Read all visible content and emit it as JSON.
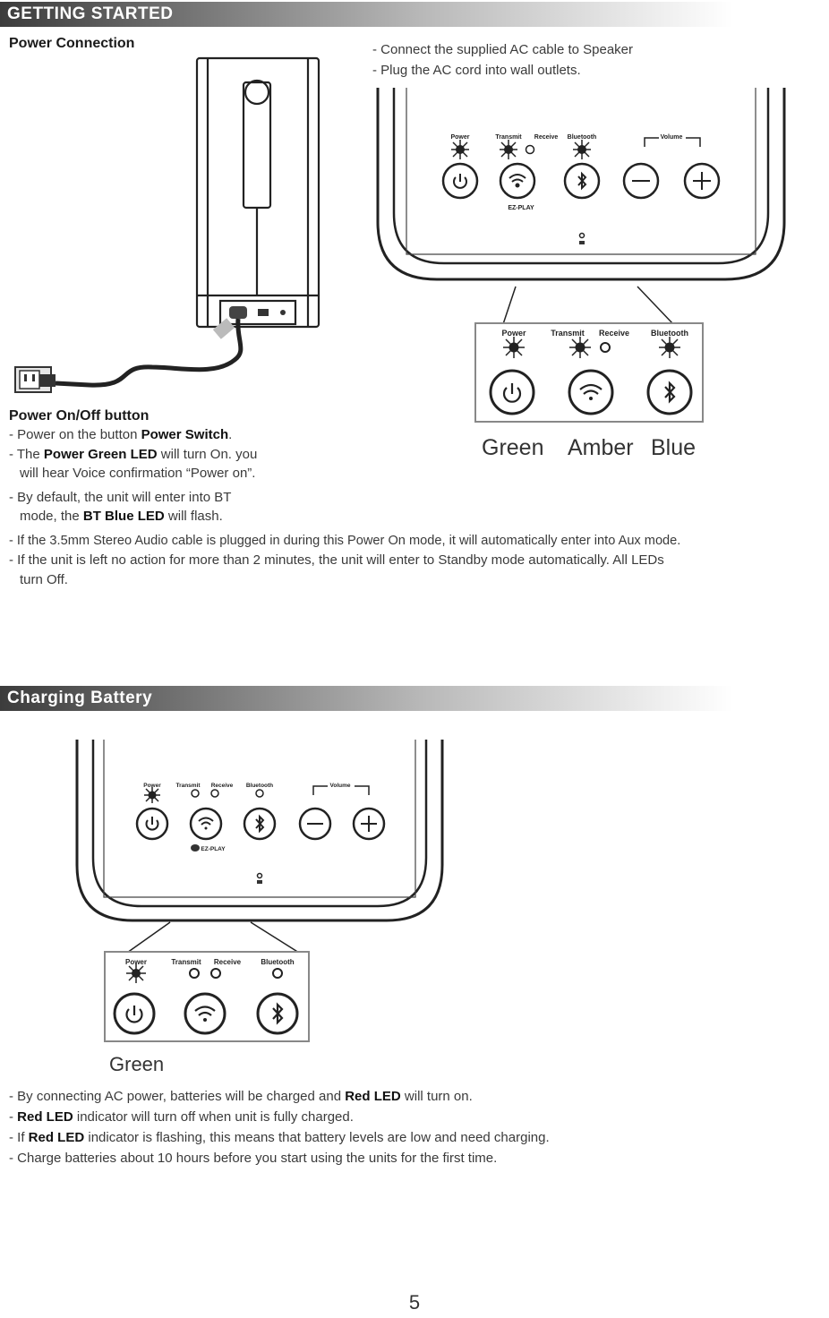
{
  "section1": {
    "banner": "GETTING STARTED",
    "power_connection": {
      "heading": "Power Connection",
      "bullets": [
        "- Connect the supplied AC cable to Speaker",
        "- Plug the AC cord into wall outlets."
      ]
    },
    "panel_labels": {
      "power": "Power",
      "transmit": "Transmit",
      "receive": "Receive",
      "bluetooth": "Bluetooth",
      "volume": "Volume",
      "ez_play": "EZ-PLAY"
    },
    "led_colors": {
      "green": "Green",
      "amber": "Amber",
      "blue": "Blue"
    },
    "power_onoff": {
      "heading": "Power On/Off  button",
      "l1_pre": "- Power on the button ",
      "l1_bold": "Power Switch",
      "l1_post": ".",
      "l2_pre": "- The ",
      "l2_bold": "Power Green LED",
      "l2_post": " will turn On.  you",
      "l3": "will hear Voice confirmation “Power on”.",
      "l4": "-  By default, the unit will enter into  BT",
      "l5_pre": "mode, the ",
      "l5_bold": "BT Blue LED",
      "l5_post": " will flash.",
      "l6": "- If the 3.5mm Stereo Audio cable is plugged in during this Power On mode, it will automatically enter into  Aux mode.",
      "l7": "- If the unit is left no action for more than 2 minutes, the unit will enter to Standby mode automatically. All LEDs",
      "l8": "turn Off."
    }
  },
  "section2": {
    "banner": "Charging Battery",
    "led_color": "Green",
    "l1_pre": "- By connecting AC power, batteries will be charged and ",
    "l1_bold": "Red LED",
    "l1_post": " will turn on.",
    "l2_pre": "- ",
    "l2_bold": "Red LED",
    "l2_post": " indicator will turn off when unit is fully charged.",
    "l3_pre": "- If ",
    "l3_bold": "Red LED",
    "l3_post": " indicator is flashing, this means that battery levels are low and need charging.",
    "l4": "- Charge batteries about 10 hours before you start using the units for the first time."
  },
  "page_number": "5",
  "icons": [
    "power-icon",
    "wifi-icon",
    "bluetooth-icon",
    "minus-icon",
    "plus-icon",
    "led-flash-icon",
    "wall-outlet-icon",
    "speaker-side-icon"
  ]
}
